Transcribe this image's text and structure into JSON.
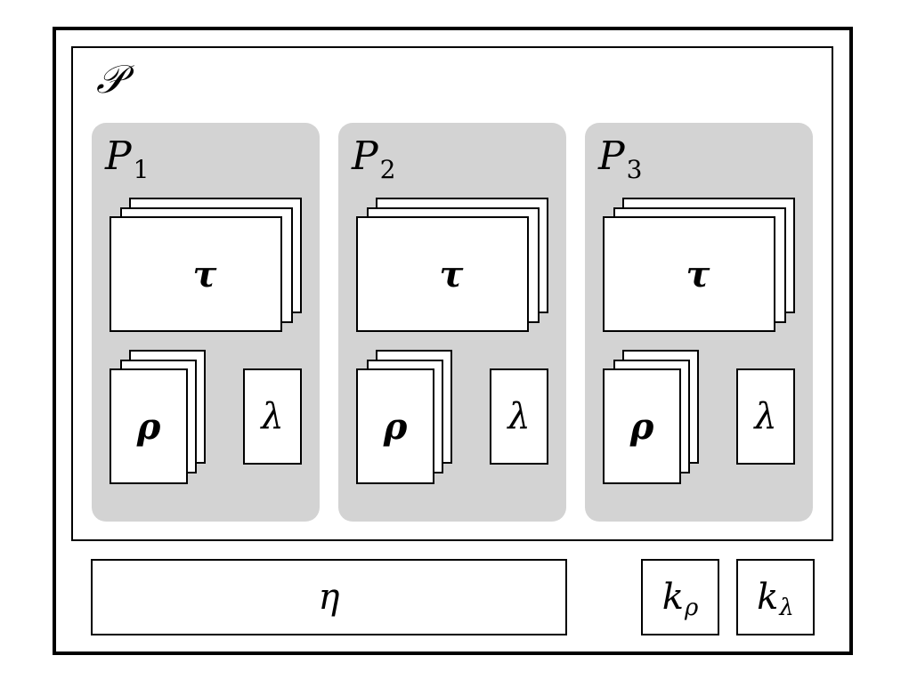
{
  "diagram": {
    "outer_symbol": "𝒫",
    "panels": [
      {
        "name": "P",
        "subscript": "1",
        "tau": "τ",
        "rho": "ρ",
        "lambda": "λ"
      },
      {
        "name": "P",
        "subscript": "2",
        "tau": "τ",
        "rho": "ρ",
        "lambda": "λ"
      },
      {
        "name": "P",
        "subscript": "3",
        "tau": "τ",
        "rho": "ρ",
        "lambda": "λ"
      }
    ],
    "bottom": {
      "eta": "η",
      "k_rho": {
        "base": "k",
        "subscript": "ρ"
      },
      "k_lambda": {
        "base": "k",
        "subscript": "λ"
      }
    }
  }
}
